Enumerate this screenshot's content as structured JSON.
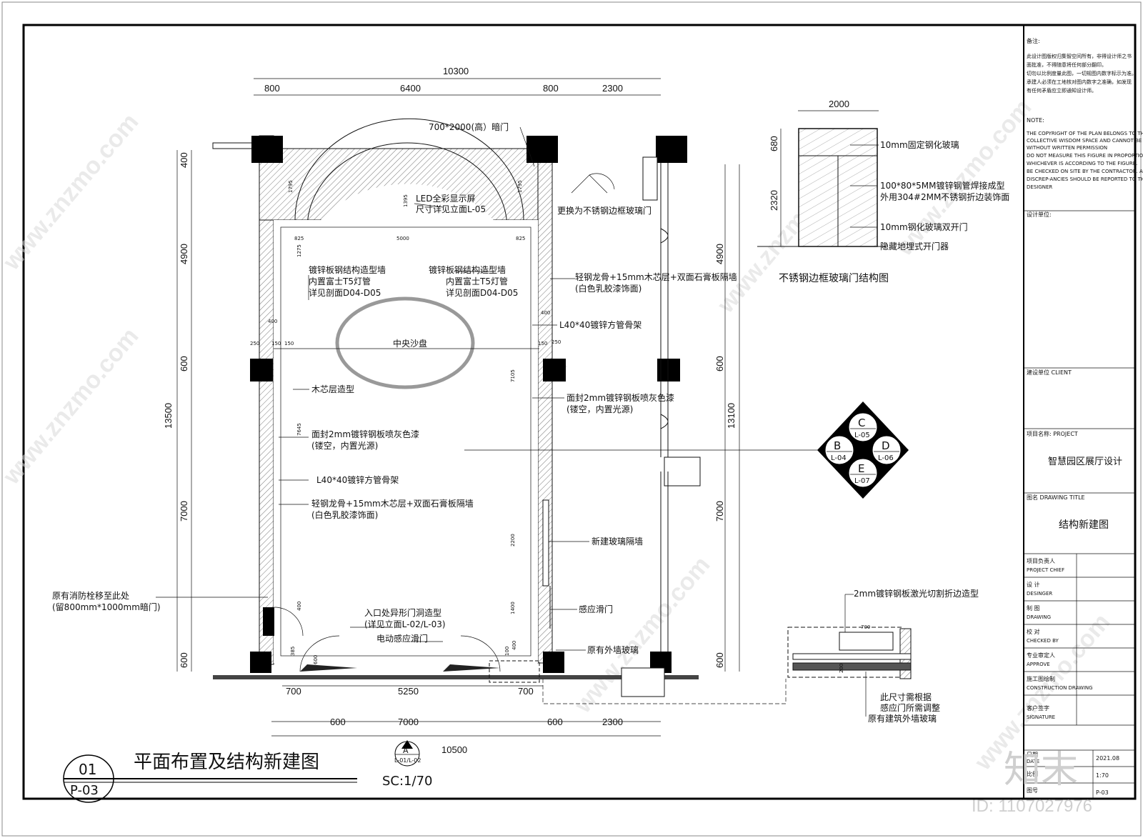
{
  "drawing": {
    "main_title": "平面布置及结构新建图",
    "scale": "SC:1/70",
    "detail_number": "01",
    "sheet_number": "P-03",
    "section_marker_letter": "A",
    "section_marker_ref": "L-01/L-02"
  },
  "dimensions": {
    "top_total": "10300",
    "top_segments": [
      "800",
      "6400",
      "800",
      "2300"
    ],
    "bottom_total": "10500",
    "bottom_segments": [
      "600",
      "7000",
      "600",
      "2300"
    ],
    "bottom_inner": [
      "700",
      "5250",
      "700"
    ],
    "left_total": "13500",
    "left_segments": [
      "400",
      "4900",
      "600",
      "7000",
      "600"
    ],
    "right_total": "13100",
    "right_segments": [
      "4900",
      "600",
      "7000",
      "600"
    ],
    "inner": {
      "arch_width": "5000",
      "arch_side_left": "825",
      "arch_side_right": "825",
      "d1795a": "1795",
      "d1795b": "1795",
      "d1395": "1395",
      "d1275": "1275",
      "d400l": "400",
      "d400r": "400",
      "d250l": "250",
      "d150l": "150",
      "d150la": "150",
      "d150r": "150",
      "d250r": "250",
      "d7105": "7105",
      "d7645": "7645",
      "d2200": "2200",
      "d1400": "1400",
      "d400b": "400",
      "d385": "385",
      "d600b": "600",
      "d100": "100",
      "d400c": "400"
    }
  },
  "annotations": {
    "dark_door": "700*2000(高）暗门",
    "led_screen": "LED全彩显示屏",
    "led_screen_2": "尺寸详见立面L-05",
    "glass_door_replace": "更换为不锈钢边框玻璃门",
    "steel_wall_l1": "镀锌板钢结构造型墙",
    "steel_wall_l2": "内置富士T5灯管",
    "steel_wall_l3": "详见剖面D04-D05",
    "steel_wall_r1": "镀锌板钢结构造型墙",
    "steel_wall_r2": "内置富士T5灯管",
    "steel_wall_r3": "详见剖面D04-D05",
    "partition_r1": "轻钢龙骨+15mm木芯层+双面石膏板隔墙",
    "partition_r2": "(白色乳胶漆饰面)",
    "tube_frame_r": "L40*40镀锌方管骨架",
    "sand_table": "中央沙盘",
    "wood_layer": "木芯层造型",
    "face_panel_r1": "面封2mm镀锌钢板喷灰色漆",
    "face_panel_r2": "(镂空，内置光源)",
    "face_panel_l1": "面封2mm镀锌钢板喷灰色漆",
    "face_panel_l2": "(镂空，内置光源)",
    "tube_frame_l": "L40*40镀锌方管骨架",
    "partition_l1": "轻钢龙骨+15mm木芯层+双面石膏板隔墙",
    "partition_l2": "(白色乳胶漆饰面)",
    "new_glass_wall": "新建玻璃隔墙",
    "sensor_slide": "感应滑门",
    "fire_hydrant_1": "原有消防栓移至此处",
    "fire_hydrant_2": "(留800mm*1000mm暗门)",
    "entrance_1": "入口处异形门洞造型",
    "entrance_2": "(详见立面L-02/L-03)",
    "auto_door": "电动感应滑门",
    "existing_glass": "原有外墙玻璃"
  },
  "door_detail": {
    "title": "不锈钢边框玻璃门结构图",
    "width": "2000",
    "h_top": "680",
    "h_bottom": "2320",
    "note1": "10mm固定钢化玻璃",
    "note2a": "100*80*5MM镀锌钢管焊接成型",
    "note2b": "外用304#2MM不锈钢折边装饰面",
    "note3": "10mm钢化玻璃双开门",
    "note4": "隐藏地埋式开门器"
  },
  "elevation_index": {
    "c": "C",
    "c_ref": "L-05",
    "b": "B",
    "b_ref": "L-04",
    "d": "D",
    "d_ref": "L-06",
    "e": "E",
    "e_ref": "L-07"
  },
  "section_detail": {
    "note1": "2mm镀锌钢板激光切割折边造型",
    "dim_700": "700",
    "dim_200": "200",
    "note2": "此尺寸需根据",
    "note3": "感应门所需调整",
    "note4": "原有建筑外墙玻璃"
  },
  "title_block": {
    "remarks_label": "备注:",
    "remarks_cn": [
      "此设计图版权归集智空间所有，非得设计师之书",
      "面批准，不得随意将任何部分翻印。",
      "切勿以比例度量此图，一切规图内数字标示为准。",
      "承建人必须在工地核对图内数字之准确，如发现",
      "有任何矛盾应立即通知设计师。"
    ],
    "note_label": "NOTE:",
    "notes_en": [
      "THE COPYRIGHT OF THE PLAN BELONGS TO THE",
      "COLLECTIVE WISDOM SPACE AND CANNOT BE USED",
      "WITHOUT WRITTEN PERMISSION",
      "DO NOT MEASURE THIS FIGURE IN PROPORTION",
      "WHICHEVER IS ACCORDING TO THE FIGURE.",
      "BE CHECKED ON SITE BY THE CONTRACTOR. ANY",
      "DISCREP-ANCIES SHOULD BE REPORTED TO THE",
      "DESIGNER"
    ],
    "design_unit": "设计单位:",
    "client": "建设单位  CLIENT",
    "project_label": "项目名称:  PROJECT",
    "project_name": "智慧园区展厅设计",
    "drawing_title_label": "图名   DRAWING TITLE",
    "drawing_title": "结构新建图",
    "roles": [
      {
        "cn": "项目负责人",
        "en": "PROJECT CHIEF"
      },
      {
        "cn": "设 计",
        "en": "DESINGER"
      },
      {
        "cn": "制 图",
        "en": "DRAWING"
      },
      {
        "cn": "校 对",
        "en": "CHECKED BY"
      },
      {
        "cn": "专业审定人",
        "en": "APPROVE"
      },
      {
        "cn": "施工图绘制",
        "en": "CONSTRUCTION DRAWING"
      },
      {
        "cn": "客户签字",
        "en": "SIGNATURE"
      }
    ],
    "date_label": "日期",
    "date_en": "DATE",
    "date": "2021.08",
    "scale_label": "比例",
    "scale": "1:70",
    "sheet_label": "图号",
    "sheet": "P-03"
  },
  "watermark": {
    "site": "www.znzmo.com",
    "brand": "知末",
    "id": "ID: 1107027976"
  }
}
